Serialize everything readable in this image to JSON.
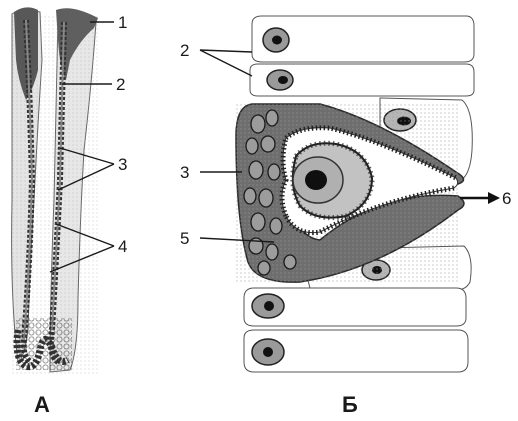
{
  "panel_a": {
    "letter": "А",
    "labels": {
      "l1": "1",
      "l2": "2",
      "l3": "3",
      "l4": "4"
    }
  },
  "panel_b": {
    "letter": "Б",
    "labels": {
      "l2": "2",
      "l3": "3",
      "l5": "5",
      "l6": "6"
    }
  },
  "colors": {
    "ink": "#1a1a1a",
    "dark_cytoplasm": "#6f6f6f",
    "nucleus_dark": "#202020",
    "light_cytoplasm": "#bdbdbd",
    "cell_outline": "#555555"
  }
}
